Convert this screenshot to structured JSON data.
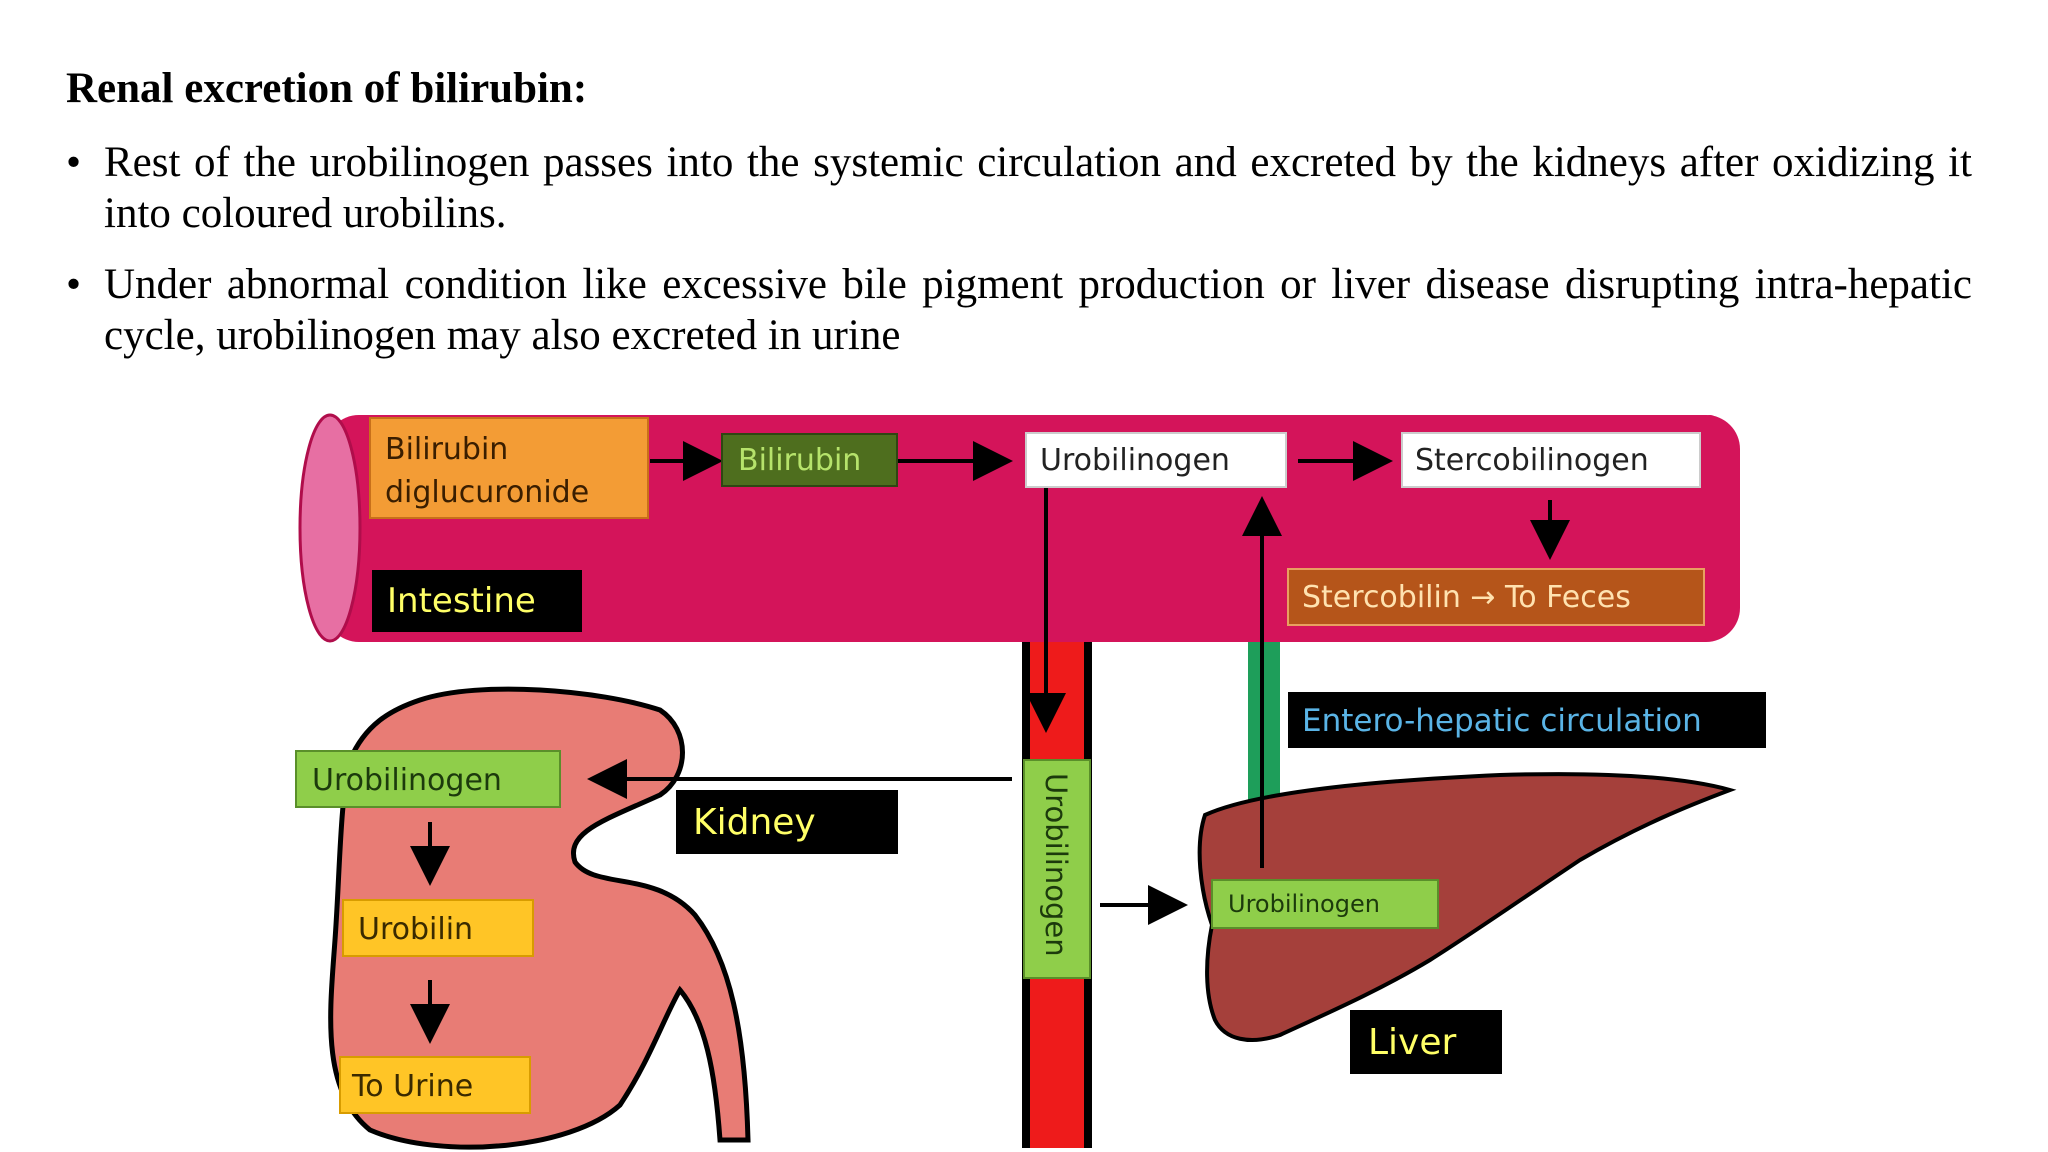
{
  "heading": "Renal excretion of bilirubin:",
  "bullets": [
    "Rest of the urobilinogen passes into the systemic circulation and excreted by the kidneys after oxidizing it into coloured urobilins.",
    "Under abnormal condition like excessive bile pigment production or liver disease disrupting intra-hepatic cycle, urobilinogen may also excreted in urine"
  ],
  "bullet_symbol": "•",
  "diagram": {
    "intestine_label": "Intestine",
    "bilirubin_diglucuronide": [
      "Bilirubin",
      "diglucuronide"
    ],
    "bilirubin": "Bilirubin",
    "urobilinogen_top": "Urobilinogen",
    "stercobilinogen": "Stercobilinogen",
    "stercobilin_to_feces": "Stercobilin → To Feces",
    "entero_hepatic": "Entero-hepatic circulation",
    "vessel_label": "Urobilinogen",
    "kidney_label": "Kidney",
    "kidney_urobilinogen": "Urobilinogen",
    "urobilin": "Urobilin",
    "to_urine": "To Urine",
    "liver_urobilinogen": "Urobilinogen",
    "liver_label": "Liver"
  },
  "colors": {
    "intestine": "#d4145a",
    "intestine_end": "#e76fa3",
    "orange_box": "#f39c35",
    "olive_box": "#4e6e1e",
    "green_box": "#8fce4a",
    "yellow_box": "#ffc526",
    "brown_box": "#b5551a",
    "blood_vessel": "#ee1b1b",
    "entero_green": "#1e9e5a",
    "kidney": "#e87c75",
    "liver": "#a5403b",
    "label_bg": "#000000",
    "label_fg": "#ffff66",
    "entero_fg": "#5ab4e6"
  }
}
